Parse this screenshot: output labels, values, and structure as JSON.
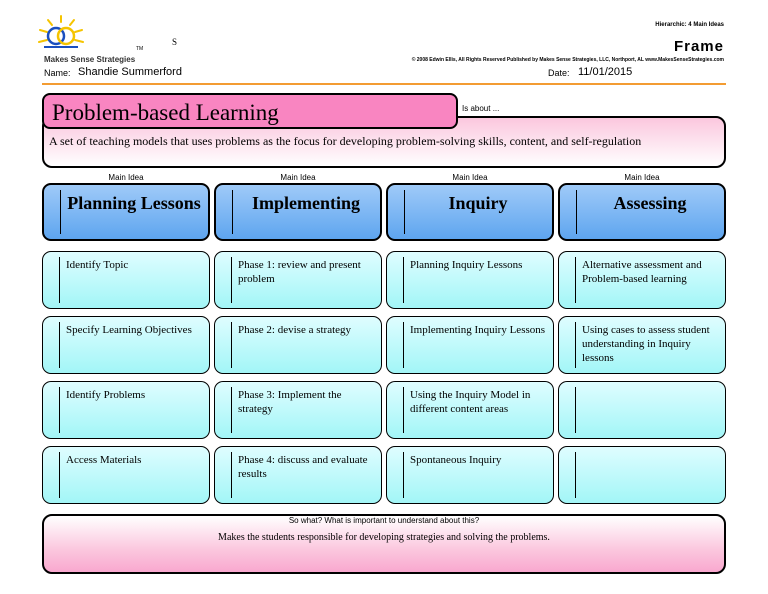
{
  "header": {
    "brand": "Makes Sense Strategies",
    "trademark": "TM",
    "s_mark": "S",
    "name_label": "Name:",
    "name_value": "Shandie Summerford",
    "hierarchy_label": "Hierarchic: 4 Main Ideas",
    "frame_title": "Frame",
    "copyright": "© 2008 Edwin Ellis, All Rights Reserved   Published by Makes Sense Strategies, LLC, Northport, AL   www.MakesSenseStrategies.com",
    "date_label": "Date:",
    "date_value": "11/01/2015"
  },
  "topic": {
    "title": "Problem-based Learning",
    "is_about_label": "Is about ...",
    "description": "A set of teaching models that uses problems as the focus for developing problem-solving skills, content, and self-regulation"
  },
  "columns": [
    {
      "label": "Main Idea",
      "heading": "Planning Lessons",
      "details": [
        "Identify Topic",
        "Specify Learning Objectives",
        "Identify Problems",
        "Access Materials"
      ]
    },
    {
      "label": "Main Idea",
      "heading": "Implementing",
      "details": [
        "Phase 1: review and present problem",
        "Phase 2: devise a strategy",
        "Phase 3: Implement the strategy",
        "Phase 4: discuss and evaluate results"
      ]
    },
    {
      "label": "Main Idea",
      "heading": "Inquiry",
      "details": [
        "Planning Inquiry Lessons",
        "Implementing Inquiry Lessons",
        "Using the Inquiry Model in different content areas",
        "Spontaneous Inquiry"
      ]
    },
    {
      "label": "Main Idea",
      "heading": "Assessing",
      "details": [
        "Alternative assessment and Problem-based learning",
        "Using cases to assess student understanding in Inquiry lessons",
        "",
        ""
      ]
    }
  ],
  "so_what": {
    "label": "So what? What is important to understand about this?",
    "text": "Makes the students responsible for developing strategies and solving the problems."
  },
  "colors": {
    "title_pink": "#f985c1",
    "heading_blue": "#5ea5ef",
    "detail_cyan": "#a2f6f7",
    "rule_orange": "#f39c32"
  }
}
